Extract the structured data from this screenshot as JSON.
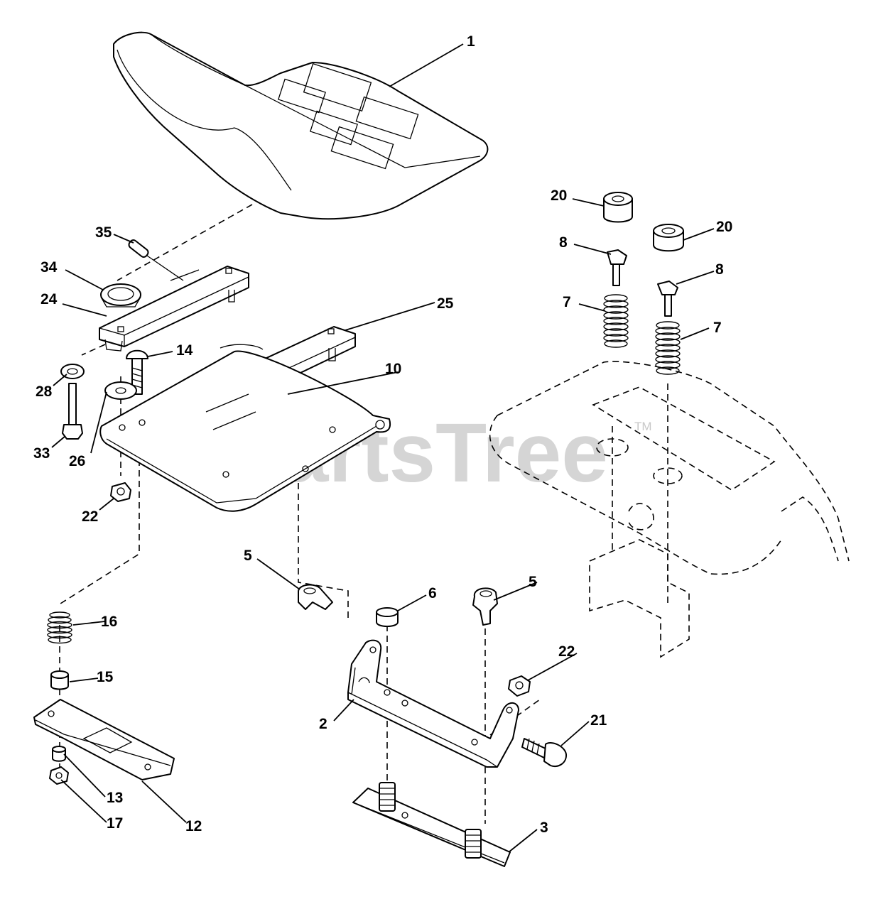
{
  "watermark": {
    "text": "PartsTree",
    "trademark": "TM"
  },
  "callouts": {
    "seat": "1",
    "pivot_bracket": "2",
    "spring_plate": "3",
    "clip_left": "5",
    "clip_right": "5",
    "bumper": "6",
    "spring_left": "7",
    "spring_right": "7",
    "bolt_left": "8",
    "bolt_right": "8",
    "seat_pan": "10",
    "adjust_lever": "12",
    "spacer_13": "13",
    "carriage_bolt": "14",
    "spacer_15": "15",
    "spring_16": "16",
    "nut_17": "17",
    "bushing_left": "20",
    "bushing_right": "20",
    "bolt_21": "21",
    "nut_22_left": "22",
    "nut_22_right": "22",
    "rail_left": "24",
    "rail_right": "25",
    "washer_26": "26",
    "washer_28": "28",
    "bolt_33": "33",
    "knob_34": "34",
    "pin_35": "35"
  }
}
